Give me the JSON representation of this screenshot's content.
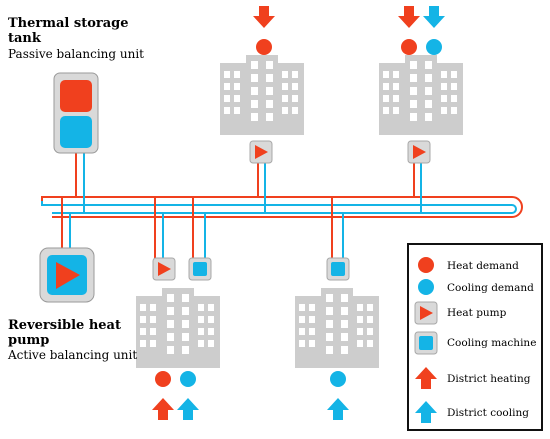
{
  "thermal_storage": {
    "title": "Thermal storage tank",
    "subtitle": "Passive balancing unit"
  },
  "heat_pump_unit": {
    "title": "Reversible heat pump",
    "subtitle": "Active balancing unit"
  },
  "legend": {
    "items": [
      {
        "icon": "heat-demand-dot",
        "label": "Heat demand"
      },
      {
        "icon": "cooling-demand-dot",
        "label": "Cooling demand"
      },
      {
        "icon": "heat-pump-icon",
        "label": "Heat pump"
      },
      {
        "icon": "cooling-machine-icon",
        "label": "Cooling machine"
      },
      {
        "icon": "district-heating-arrow",
        "label": "District heating"
      },
      {
        "icon": "district-cooling-arrow",
        "label": "District cooling"
      }
    ]
  },
  "colors": {
    "heat": "#f0401e",
    "cool": "#14b4e6",
    "building": "#cdcdcd",
    "device_box": "#d9d9d9"
  }
}
